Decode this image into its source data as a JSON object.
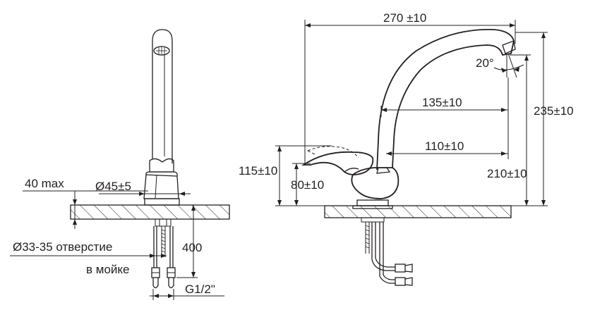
{
  "left_view": {
    "height_max_label": "40 max",
    "base_diameter_label": "Ø45±5",
    "hole_label_line1": "Ø33-35 отверстие",
    "hole_label_line2": "в мойке",
    "hose_length_label": "400",
    "thread_label": "G1/2\""
  },
  "right_view": {
    "reach_total_label": "270 ±10",
    "angle_label": "20°",
    "reach_mid_label": "135±10",
    "reach_short_label": "110±10",
    "height_total_label": "235±10",
    "height_spout_label": "210±10",
    "lever_height_label": "115±10",
    "lever_base_label": "80±10"
  }
}
